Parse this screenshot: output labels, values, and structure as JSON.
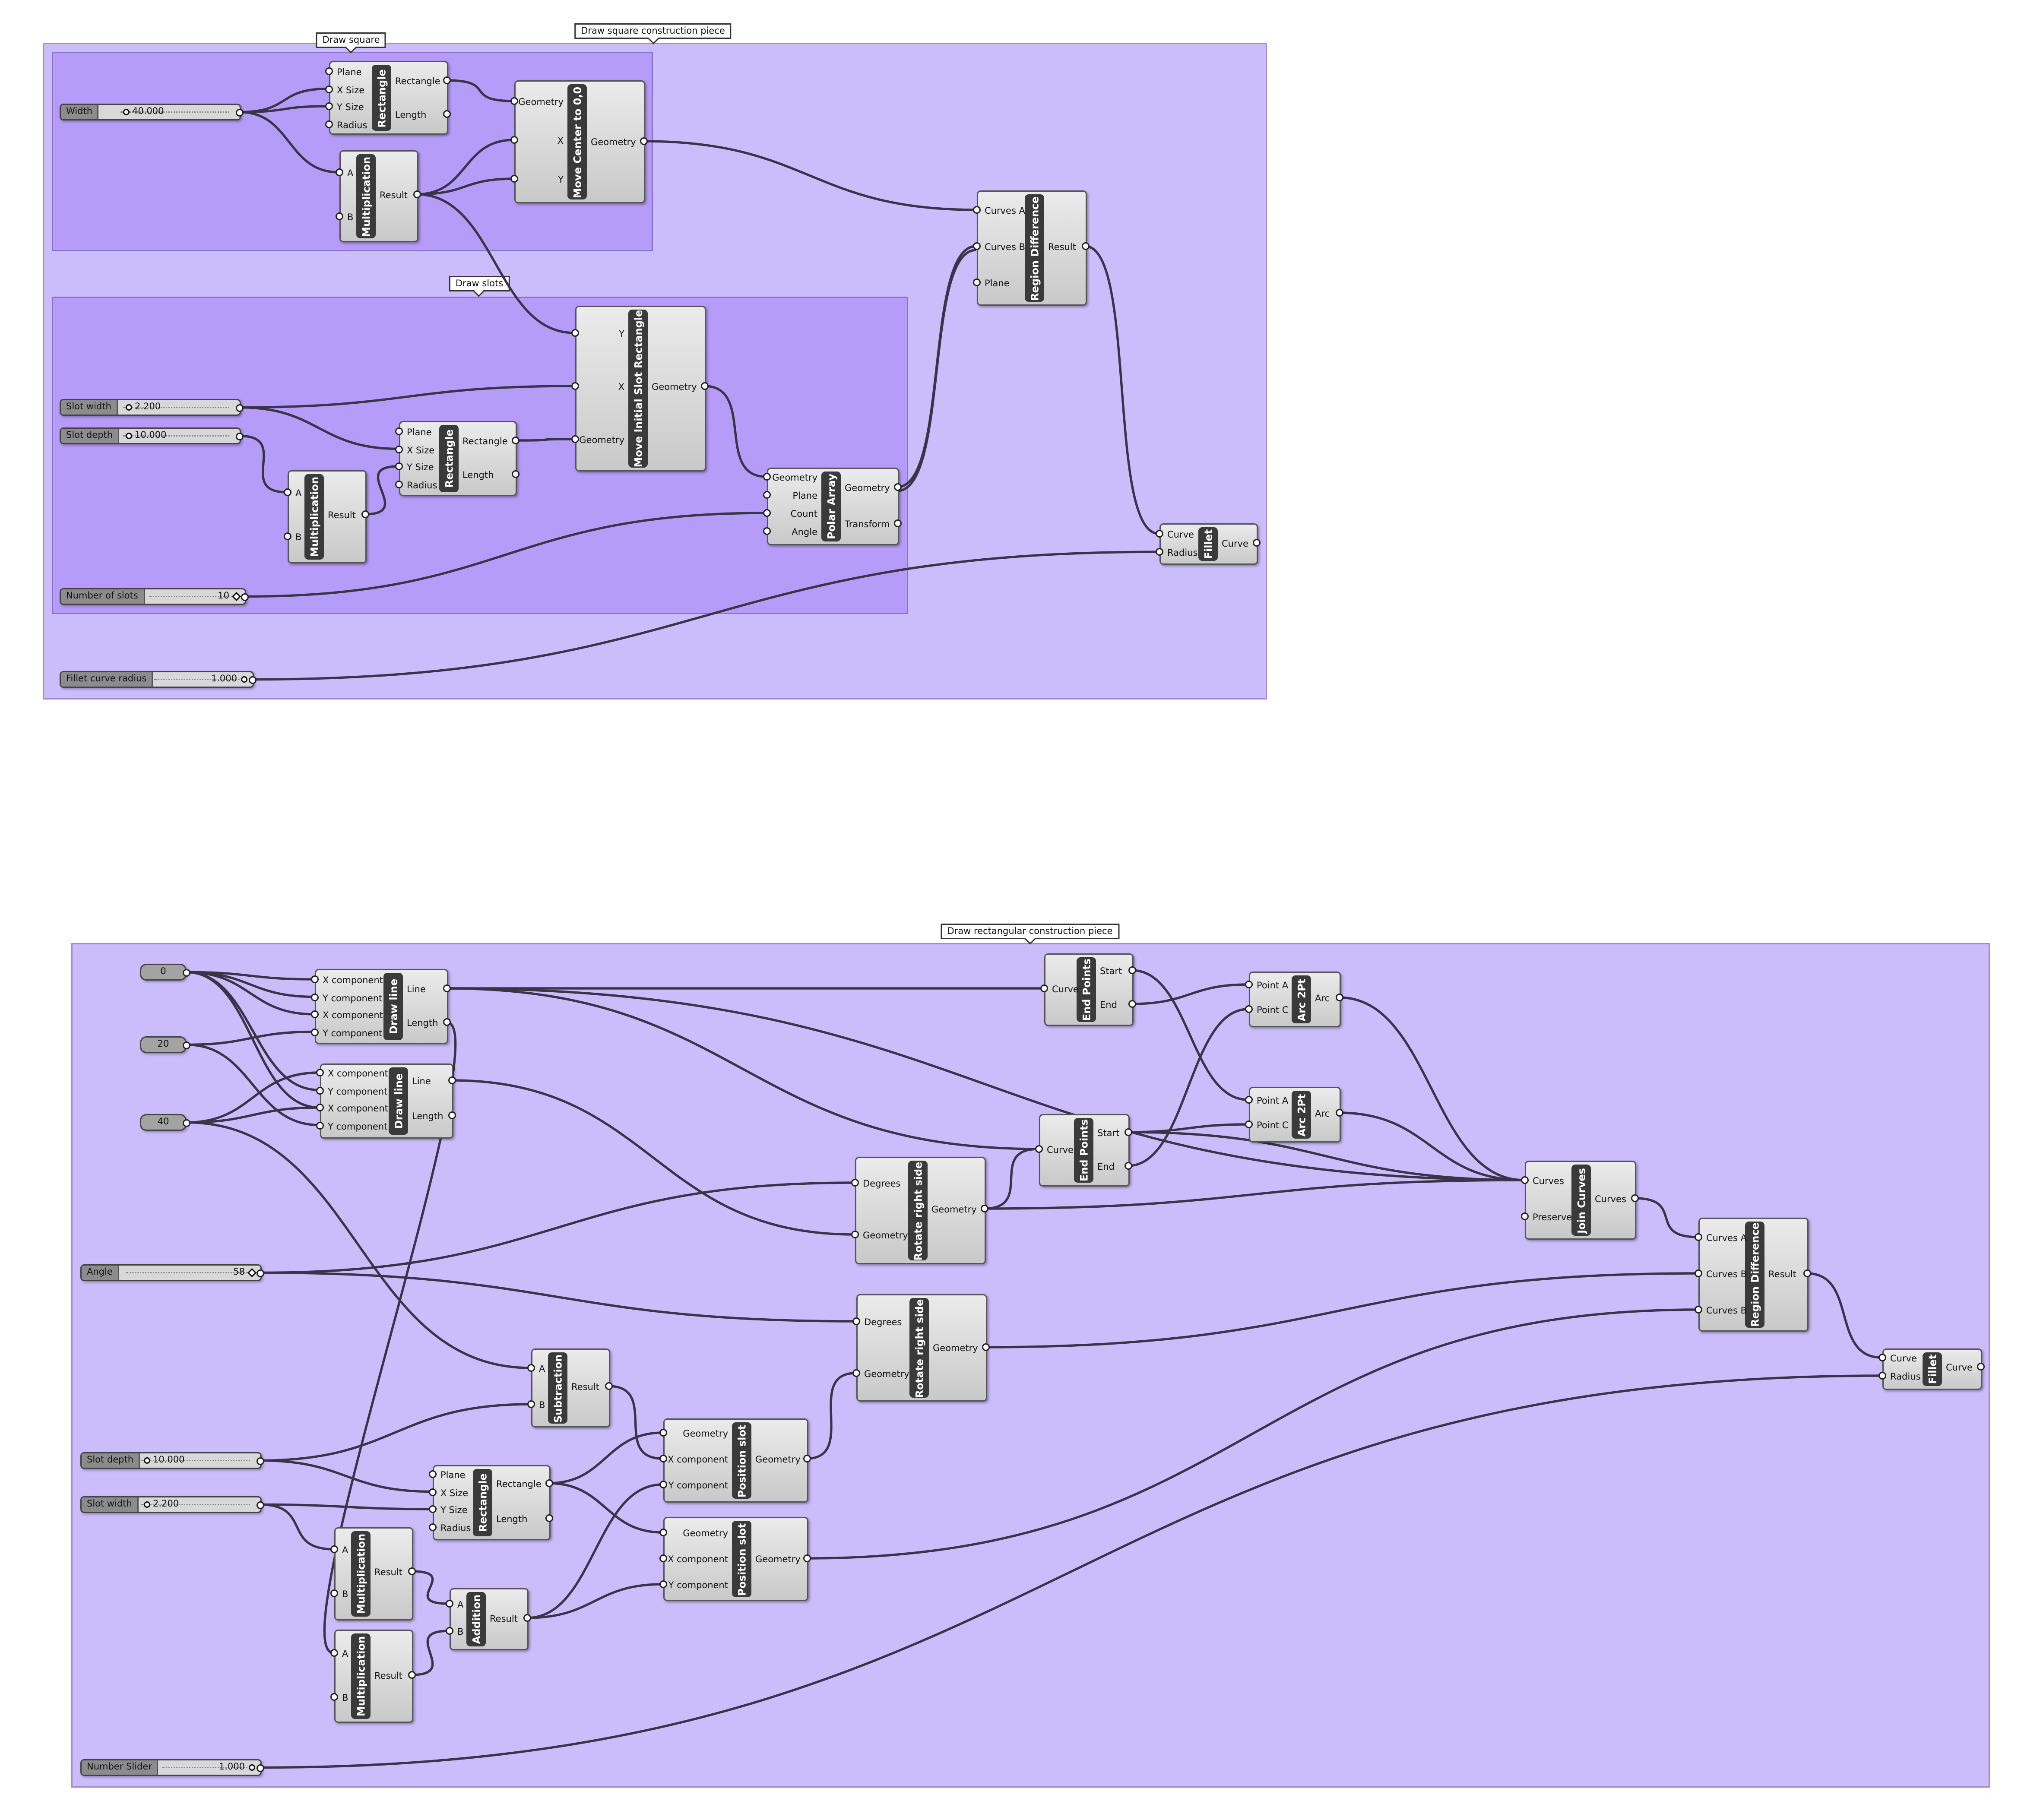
{
  "groups": [
    {
      "id": "outer1",
      "kind": "outer",
      "label": "Draw square construction piece"
    },
    {
      "id": "sq",
      "kind": "inner",
      "label": "Draw square"
    },
    {
      "id": "slots",
      "kind": "inner",
      "label": "Draw slots"
    },
    {
      "id": "outer2",
      "kind": "outer",
      "label": "Draw rectangular construction piece"
    }
  ],
  "sliders": [
    {
      "id": "width",
      "name": "Width",
      "value": "40.000",
      "marker": "knob"
    },
    {
      "id": "slotw1",
      "name": "Slot width",
      "value": "2.200",
      "marker": "knob"
    },
    {
      "id": "slotd1",
      "name": "Slot depth",
      "value": "10.000",
      "marker": "knob"
    },
    {
      "id": "nslots",
      "name": "Number of slots",
      "value": "10",
      "marker": "diamond"
    },
    {
      "id": "fillet1",
      "name": "Fillet curve radius",
      "value": "1.000",
      "marker": "knob"
    },
    {
      "id": "angle",
      "name": "Angle",
      "value": "58",
      "marker": "diamond"
    },
    {
      "id": "slotd2",
      "name": "Slot depth",
      "value": "10.000",
      "marker": "knob"
    },
    {
      "id": "slotw2",
      "name": "Slot width",
      "value": "2.200",
      "marker": "knob"
    },
    {
      "id": "numslider",
      "name": "Number Slider",
      "value": "1.000",
      "marker": "knob"
    }
  ],
  "panels": [
    {
      "id": "p0",
      "value": "0"
    },
    {
      "id": "p20",
      "value": "20"
    },
    {
      "id": "p40",
      "value": "40"
    }
  ],
  "components": [
    {
      "id": "rect1",
      "name": "Rectangle",
      "inputs": [
        "Plane",
        "X Size",
        "Y Size",
        "Radius"
      ],
      "outputs": [
        "Rectangle",
        "Length"
      ]
    },
    {
      "id": "mul1",
      "name": "Multiplication",
      "inputs": [
        "A",
        "B"
      ],
      "outputs": [
        "Result"
      ]
    },
    {
      "id": "move1",
      "name": "Move Center to 0,0",
      "inputs": [
        "Geometry",
        "X",
        "Y"
      ],
      "outputs": [
        "Geometry"
      ]
    },
    {
      "id": "regdiff1",
      "name": "Region Difference",
      "inputs": [
        "Curves A",
        "Curves B",
        "Plane"
      ],
      "outputs": [
        "Result"
      ]
    },
    {
      "id": "moveslot",
      "name": "Move Initial Slot Rectangle",
      "inputs": [
        "Y",
        "X",
        "Geometry"
      ],
      "outputs": [
        "Geometry"
      ]
    },
    {
      "id": "rect2",
      "name": "Rectangle",
      "inputs": [
        "Plane",
        "X Size",
        "Y Size",
        "Radius"
      ],
      "outputs": [
        "Rectangle",
        "Length"
      ]
    },
    {
      "id": "mul2",
      "name": "Multiplication",
      "inputs": [
        "A",
        "B"
      ],
      "outputs": [
        "Result"
      ]
    },
    {
      "id": "polar",
      "name": "Polar Array",
      "inputs": [
        "Geometry",
        "Plane",
        "Count",
        "Angle"
      ],
      "outputs": [
        "Geometry",
        "Transform"
      ]
    },
    {
      "id": "fillet1c",
      "name": "Fillet",
      "inputs": [
        "Curve",
        "Radius"
      ],
      "outputs": [
        "Curve"
      ]
    },
    {
      "id": "line1",
      "name": "Draw line",
      "inputs": [
        "X component",
        "Y component",
        "X component",
        "Y component"
      ],
      "outputs": [
        "Line",
        "Length"
      ]
    },
    {
      "id": "line2",
      "name": "Draw line",
      "inputs": [
        "X component",
        "Y component",
        "X component",
        "Y component"
      ],
      "outputs": [
        "Line",
        "Length"
      ]
    },
    {
      "id": "endpts1",
      "name": "End Points",
      "inputs": [
        "Curve"
      ],
      "outputs": [
        "Start",
        "End"
      ]
    },
    {
      "id": "endpts2",
      "name": "End Points",
      "inputs": [
        "Curve"
      ],
      "outputs": [
        "Start",
        "End"
      ]
    },
    {
      "id": "arc1",
      "name": "Arc 2Pt",
      "inputs": [
        "Point A",
        "Point C"
      ],
      "outputs": [
        "Arc"
      ]
    },
    {
      "id": "arc2",
      "name": "Arc 2Pt",
      "inputs": [
        "Point A",
        "Point C"
      ],
      "outputs": [
        "Arc"
      ]
    },
    {
      "id": "rot1",
      "name": "Rotate right side",
      "inputs": [
        "Degrees",
        "Geometry"
      ],
      "outputs": [
        "Geometry"
      ]
    },
    {
      "id": "rot2",
      "name": "Rotate right side",
      "inputs": [
        "Degrees",
        "Geometry"
      ],
      "outputs": [
        "Geometry"
      ]
    },
    {
      "id": "join",
      "name": "Join Curves",
      "inputs": [
        "Curves",
        "Preserve"
      ],
      "outputs": [
        "Curves"
      ]
    },
    {
      "id": "regdiff2",
      "name": "Region Difference",
      "inputs": [
        "Curves A",
        "Curves B",
        "Curves B"
      ],
      "outputs": [
        "Result"
      ]
    },
    {
      "id": "fillet2c",
      "name": "Fillet",
      "inputs": [
        "Curve",
        "Radius"
      ],
      "outputs": [
        "Curve"
      ]
    },
    {
      "id": "sub",
      "name": "Subtraction",
      "inputs": [
        "A",
        "B"
      ],
      "outputs": [
        "Result"
      ]
    },
    {
      "id": "pos1",
      "name": "Position slot",
      "inputs": [
        "Geometry",
        "X component",
        "Y component"
      ],
      "outputs": [
        "Geometry"
      ]
    },
    {
      "id": "pos2",
      "name": "Position slot",
      "inputs": [
        "Geometry",
        "X component",
        "Y component"
      ],
      "outputs": [
        "Geometry"
      ]
    },
    {
      "id": "rect3",
      "name": "Rectangle",
      "inputs": [
        "Plane",
        "X Size",
        "Y Size",
        "Radius"
      ],
      "outputs": [
        "Rectangle",
        "Length"
      ]
    },
    {
      "id": "mul3",
      "name": "Multiplication",
      "inputs": [
        "A",
        "B"
      ],
      "outputs": [
        "Result"
      ]
    },
    {
      "id": "mul4",
      "name": "Multiplication",
      "inputs": [
        "A",
        "B"
      ],
      "outputs": [
        "Result"
      ]
    },
    {
      "id": "add",
      "name": "Addition",
      "inputs": [
        "A",
        "B"
      ],
      "outputs": [
        "Result"
      ]
    }
  ],
  "wires": [
    [
      "width",
      0,
      "rect1",
      1
    ],
    [
      "width",
      0,
      "rect1",
      2
    ],
    [
      "width",
      0,
      "mul1",
      0
    ],
    [
      "rect1",
      0,
      "move1",
      0
    ],
    [
      "mul1",
      0,
      "move1",
      1
    ],
    [
      "mul1",
      0,
      "move1",
      2
    ],
    [
      "mul1",
      0,
      "moveslot",
      0
    ],
    [
      "move1",
      0,
      "regdiff1",
      0
    ],
    [
      "slotw1",
      0,
      "moveslot",
      1
    ],
    [
      "slotw1",
      0,
      "rect2",
      1
    ],
    [
      "slotd1",
      0,
      "mul2",
      0
    ],
    [
      "mul2",
      0,
      "rect2",
      2
    ],
    [
      "rect2",
      0,
      "moveslot",
      2
    ],
    [
      "moveslot",
      0,
      "polar",
      0
    ],
    [
      "nslots",
      0,
      "polar",
      2
    ],
    [
      "polar",
      0,
      "regdiff1",
      1
    ],
    [
      "polar",
      0,
      "regdiff1",
      1
    ],
    [
      "regdiff1",
      0,
      "fillet1c",
      0
    ],
    [
      "fillet1",
      0,
      "fillet1c",
      1
    ],
    [
      "p0",
      0,
      "line1",
      0
    ],
    [
      "p0",
      0,
      "line1",
      1
    ],
    [
      "p0",
      0,
      "line1",
      2
    ],
    [
      "p0",
      0,
      "line2",
      1
    ],
    [
      "p0",
      0,
      "line2",
      2
    ],
    [
      "p20",
      0,
      "line1",
      3
    ],
    [
      "p20",
      0,
      "line2",
      3
    ],
    [
      "p40",
      0,
      "line2",
      0
    ],
    [
      "p40",
      0,
      "line2",
      2
    ],
    [
      "p40",
      0,
      "sub",
      0
    ],
    [
      "line1",
      0,
      "endpts1",
      0
    ],
    [
      "line1",
      0,
      "endpts2",
      0
    ],
    [
      "line1",
      1,
      "mul4",
      0
    ],
    [
      "line2",
      0,
      "rot1",
      1
    ],
    [
      "endpts1",
      0,
      "arc2",
      0
    ],
    [
      "endpts1",
      1,
      "arc1",
      0
    ],
    [
      "endpts2",
      0,
      "arc2",
      1
    ],
    [
      "endpts2",
      1,
      "arc1",
      1
    ],
    [
      "endpts2",
      0,
      "join",
      0
    ],
    [
      "rot1",
      0,
      "endpts2",
      0
    ],
    [
      "arc1",
      0,
      "join",
      0
    ],
    [
      "arc2",
      0,
      "join",
      0
    ],
    [
      "line1",
      0,
      "join",
      0
    ],
    [
      "rot1",
      0,
      "join",
      0
    ],
    [
      "join",
      0,
      "regdiff2",
      0
    ],
    [
      "angle",
      0,
      "rot1",
      0
    ],
    [
      "angle",
      0,
      "rot2",
      0
    ],
    [
      "rot2",
      0,
      "regdiff2",
      1
    ],
    [
      "pos2",
      0,
      "regdiff2",
      2
    ],
    [
      "regdiff2",
      0,
      "fillet2c",
      0
    ],
    [
      "numslider",
      0,
      "fillet2c",
      1
    ],
    [
      "slotd2",
      0,
      "sub",
      1
    ],
    [
      "slotd2",
      0,
      "rect3",
      1
    ],
    [
      "slotw2",
      0,
      "rect3",
      2
    ],
    [
      "slotw2",
      0,
      "mul3",
      0
    ],
    [
      "sub",
      0,
      "pos1",
      1
    ],
    [
      "rect3",
      0,
      "pos1",
      0
    ],
    [
      "rect3",
      0,
      "pos2",
      0
    ],
    [
      "pos1",
      0,
      "rot2",
      1
    ],
    [
      "mul3",
      0,
      "add",
      0
    ],
    [
      "mul4",
      0,
      "add",
      1
    ],
    [
      "add",
      0,
      "pos1",
      2
    ],
    [
      "add",
      0,
      "pos2",
      2
    ]
  ]
}
